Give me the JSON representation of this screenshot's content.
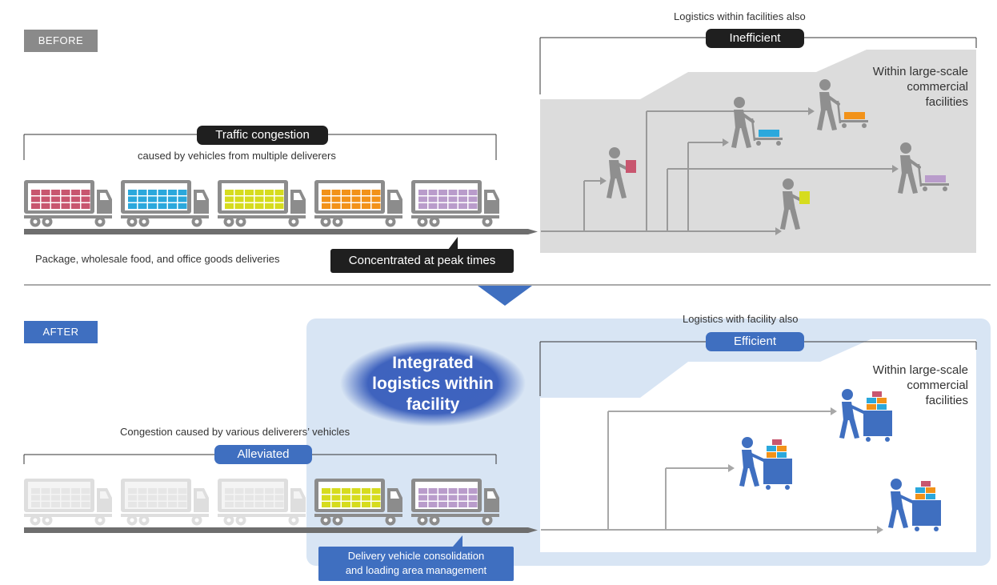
{
  "before": {
    "tag": "BEFORE",
    "facility_heading": "Logistics within facilities also",
    "facility_status": "Inefficient",
    "facility_label_lines": [
      "Within large-scale",
      "commercial",
      "facilities"
    ],
    "road_heading": "Traffic congestion",
    "road_subheading": "caused by vehicles from multiple deliverers",
    "road_caption": "Package, wholesale food, and office goods deliveries",
    "callout": "Concentrated at peak times",
    "truck_colors": [
      "#c8566f",
      "#2ba8dc",
      "#d6dc1e",
      "#f29219",
      "#b99ccb"
    ],
    "box_colors": [
      "#c8566f",
      "#2ba8dc",
      "#f29219",
      "#d6dc1e",
      "#b99ccb"
    ]
  },
  "after": {
    "tag": "AFTER",
    "facility_heading": "Logistics with facility also",
    "facility_status": "Efficient",
    "facility_label_lines": [
      "Within large-scale",
      "commercial",
      "facilities"
    ],
    "ellipse_lines": [
      "Integrated",
      "logistics within",
      "facility"
    ],
    "road_heading": "Congestion caused by various deliverers’ vehicles",
    "road_status": "Alleviated",
    "callout_lines": [
      "Delivery vehicle consolidation",
      "and loading area management"
    ],
    "truck_colors": [
      "#e6e6e6",
      "#e6e6e6",
      "#e6e6e6",
      "#d6dc1e",
      "#b99ccb"
    ]
  },
  "colors": {
    "accent_blue": "#3f6fc0",
    "panel_blue": "#d8e5f4",
    "facility_gray": "#dcdcdc",
    "arrow_gray": "#a8a8a8",
    "road_gray": "#6e6e6e"
  }
}
